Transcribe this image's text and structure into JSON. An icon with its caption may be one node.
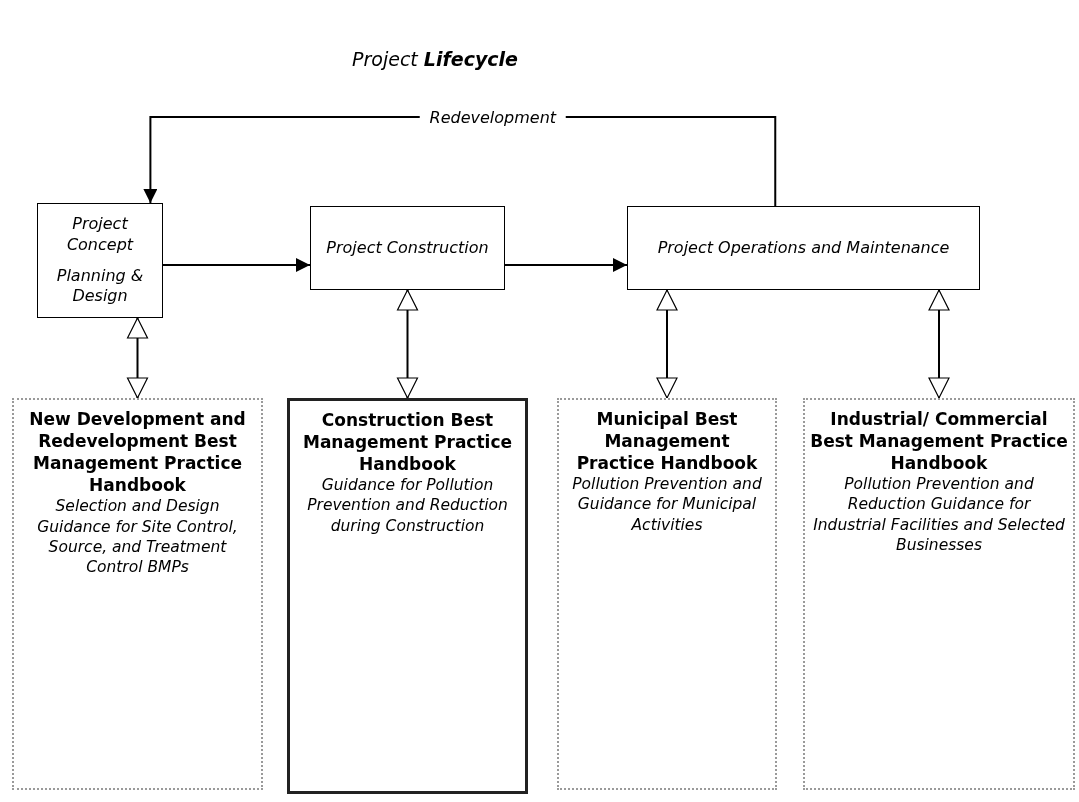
{
  "diagram": {
    "title": "Project **Lifecycle**",
    "nodes": [
      {
        "text": [
          "Project Concept",
          "Planning & Design"
        ]
      },
      {
        "text": [
          "Project Construction"
        ]
      },
      {
        "text": [
          "Project Operations and Maintenance"
        ]
      },
      {
        "text": [
          "New Development and Redevelopment Best Management Practice Handbook",
          "Selection and Design Guidance for Site Control, Source, and Treatment Control BMPs"
        ]
      },
      {
        "text": [
          "Construction Best Management Practice Handbook",
          "Guidance for Pollution Prevention and Reduction during Construction"
        ]
      },
      {
        "text": [
          "Municipal Best Management Practice Handbook",
          "Pollution Prevention and Guidance for Municipal Activities"
        ]
      },
      {
        "text": [
          "Industrial/ Commercial Best Management Practice Handbook",
          "Pollution Prevention and Reduction Guidance for Industrial Facilities and Selected Businesses"
        ]
      }
    ],
    "edges": [
      {
        "from": 0,
        "to": 1,
        "arrow": "to"
      },
      {
        "from": 1,
        "to": 2,
        "arrow": "to"
      },
      {
        "from": 2,
        "to": 0,
        "arrow": "to",
        "label": "Redevelopment"
      },
      {
        "from": 0,
        "to": 3,
        "arrow": "both"
      },
      {
        "from": 1,
        "to": 4,
        "arrow": "both"
      },
      {
        "from": 2,
        "to": 5,
        "arrow": "both"
      },
      {
        "from": 2,
        "to": 6,
        "arrow": "both"
      }
    ]
  }
}
